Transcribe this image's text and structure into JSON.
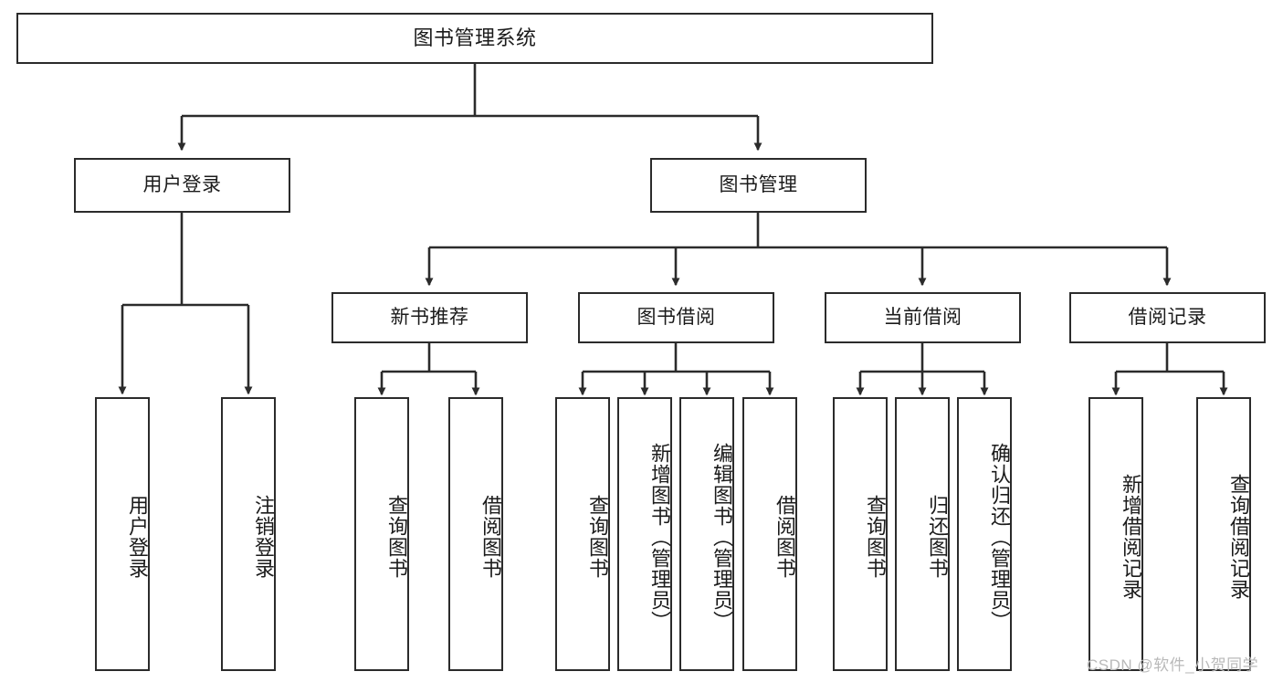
{
  "diagram": {
    "title": "图书管理系统",
    "watermark": "CSDN @软件_小贺同学",
    "line_color": "#2b2b2b",
    "background": "#ffffff",
    "text_color": "#1b1b1b",
    "watermark_color": "#b9b9b9"
  },
  "nodes": {
    "root": {
      "label": "图书管理系统"
    },
    "level1": [
      {
        "label": "用户登录"
      },
      {
        "label": "图书管理"
      }
    ],
    "level2": [
      {
        "label": "新书推荐"
      },
      {
        "label": "图书借阅"
      },
      {
        "label": "当前借阅"
      },
      {
        "label": "借阅记录"
      }
    ],
    "leaves": {
      "user_login": [
        {
          "label": "用户登录"
        },
        {
          "label": "注销登录"
        }
      ],
      "new_books": [
        {
          "label": "查询图书"
        },
        {
          "label": "借阅图书"
        }
      ],
      "book_borrow": [
        {
          "label": "查询图书"
        },
        {
          "label": "新增图书（管理员）"
        },
        {
          "label": "编辑图书（管理员）"
        },
        {
          "label": "借阅图书"
        }
      ],
      "current_borrow": [
        {
          "label": "查询图书"
        },
        {
          "label": "归还图书"
        },
        {
          "label": "确认归还（管理员）"
        }
      ],
      "borrow_records": [
        {
          "label": "新增借阅记录"
        },
        {
          "label": "查询借阅记录"
        }
      ]
    }
  }
}
